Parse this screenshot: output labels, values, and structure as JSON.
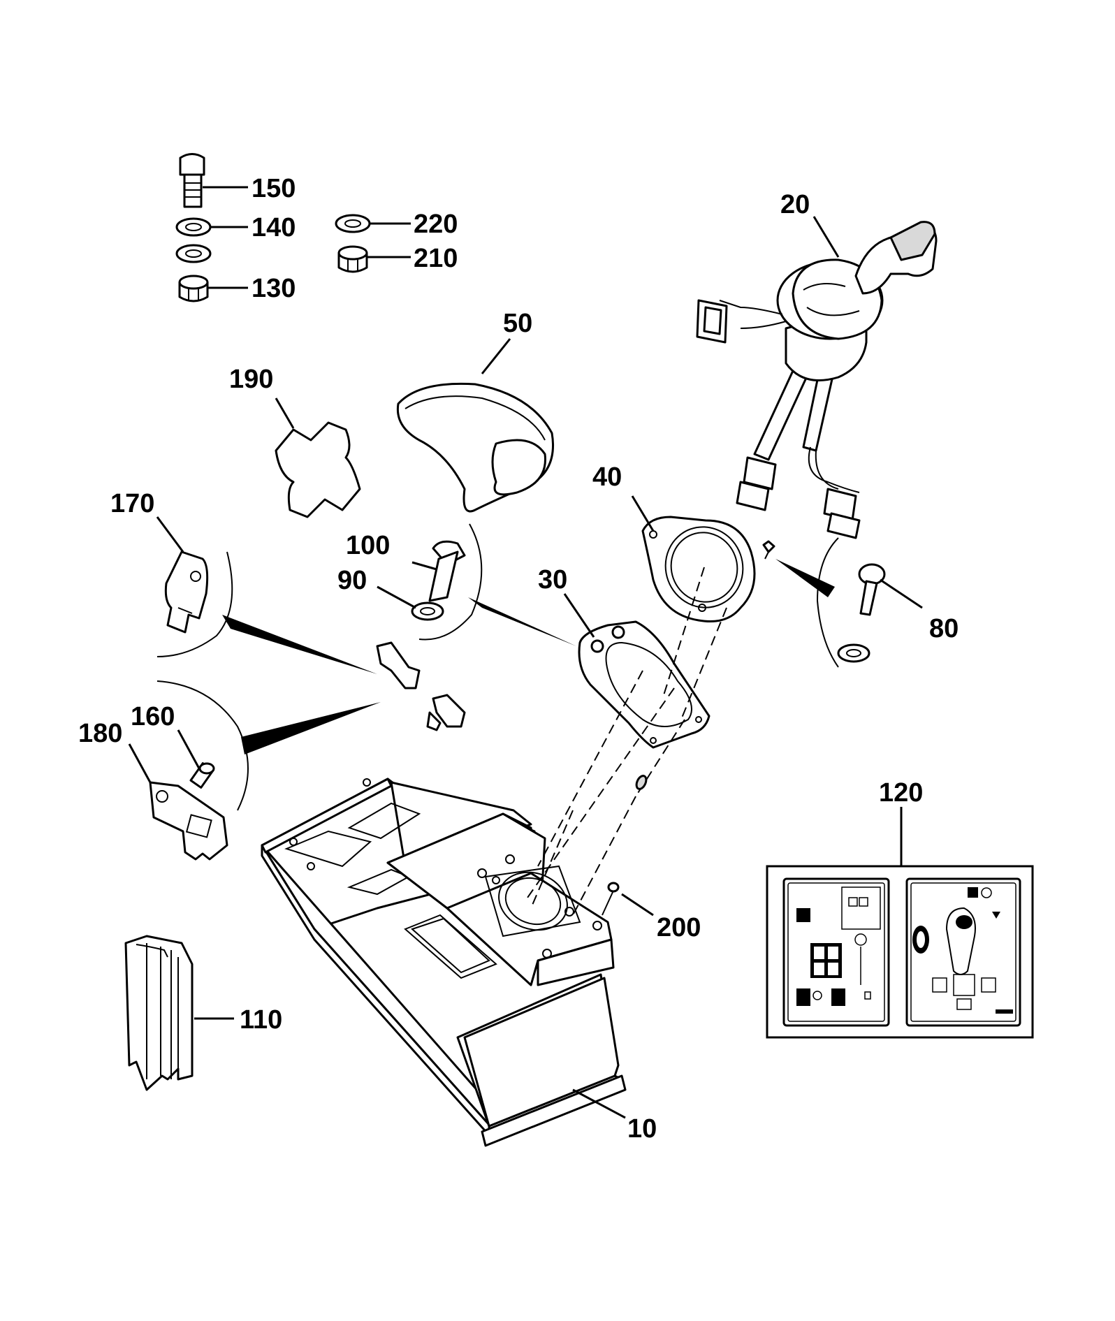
{
  "diagram": {
    "type": "exploded parts diagram",
    "callouts": [
      {
        "id": "c150",
        "label": "150"
      },
      {
        "id": "c140",
        "label": "140"
      },
      {
        "id": "c130",
        "label": "130"
      },
      {
        "id": "c220",
        "label": "220"
      },
      {
        "id": "c210",
        "label": "210"
      },
      {
        "id": "c20",
        "label": "20"
      },
      {
        "id": "c50",
        "label": "50"
      },
      {
        "id": "c190",
        "label": "190"
      },
      {
        "id": "c40",
        "label": "40"
      },
      {
        "id": "c170",
        "label": "170"
      },
      {
        "id": "c100",
        "label": "100"
      },
      {
        "id": "c90",
        "label": "90"
      },
      {
        "id": "c30",
        "label": "30"
      },
      {
        "id": "c80",
        "label": "80"
      },
      {
        "id": "c160",
        "label": "160"
      },
      {
        "id": "c180",
        "label": "180"
      },
      {
        "id": "c120",
        "label": "120"
      },
      {
        "id": "c200",
        "label": "200"
      },
      {
        "id": "c110",
        "label": "110"
      },
      {
        "id": "c10",
        "label": "10"
      }
    ]
  }
}
